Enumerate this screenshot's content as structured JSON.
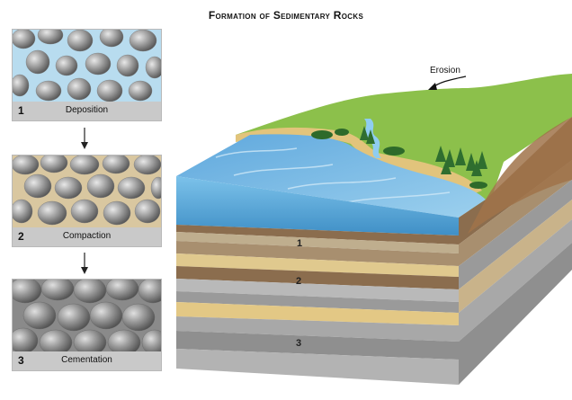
{
  "title": "Formation of Sedimentary Rocks",
  "panels": [
    {
      "number": "1",
      "label": "Deposition"
    },
    {
      "number": "2",
      "label": "Compaction"
    },
    {
      "number": "3",
      "label": "Cementation"
    }
  ],
  "erosion_label": "Erosion",
  "layer_numbers": [
    "1",
    "2",
    "3"
  ],
  "colors": {
    "water": "#6fb4e0",
    "grass": "#8cc04b",
    "sand": "#e2c47c",
    "rock_gray": "#9a9a9a",
    "rock_brown": "#8b6d4e",
    "cement": "#d9c7a0"
  }
}
